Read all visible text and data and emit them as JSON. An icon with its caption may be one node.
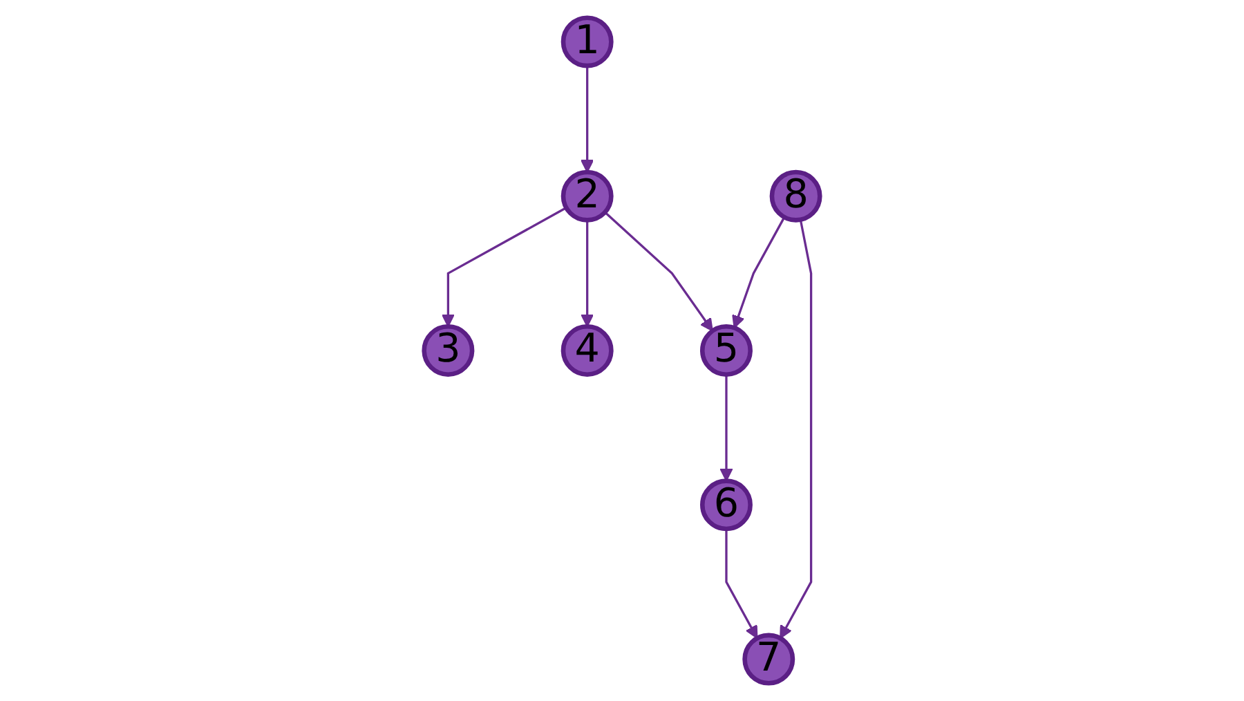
{
  "diagram": {
    "nodes": [
      {
        "text": [
          "1"
        ]
      },
      {
        "text": [
          "2"
        ]
      },
      {
        "text": [
          "3"
        ]
      },
      {
        "text": [
          "4"
        ]
      },
      {
        "text": [
          "5"
        ]
      },
      {
        "text": [
          "6"
        ]
      },
      {
        "text": [
          "7"
        ]
      },
      {
        "text": [
          "8"
        ]
      }
    ],
    "edges": [
      {
        "from": 0,
        "to": 1,
        "arrow": "to"
      },
      {
        "from": 1,
        "to": 4,
        "arrow": "to"
      },
      {
        "from": 1,
        "to": 2,
        "arrow": "to"
      },
      {
        "from": 1,
        "to": 3,
        "arrow": "to"
      },
      {
        "from": 4,
        "to": 5,
        "arrow": "to"
      },
      {
        "from": 5,
        "to": 6,
        "arrow": "to"
      },
      {
        "from": 7,
        "to": 6,
        "arrow": "to"
      },
      {
        "from": 7,
        "to": 4,
        "arrow": "to"
      }
    ]
  }
}
